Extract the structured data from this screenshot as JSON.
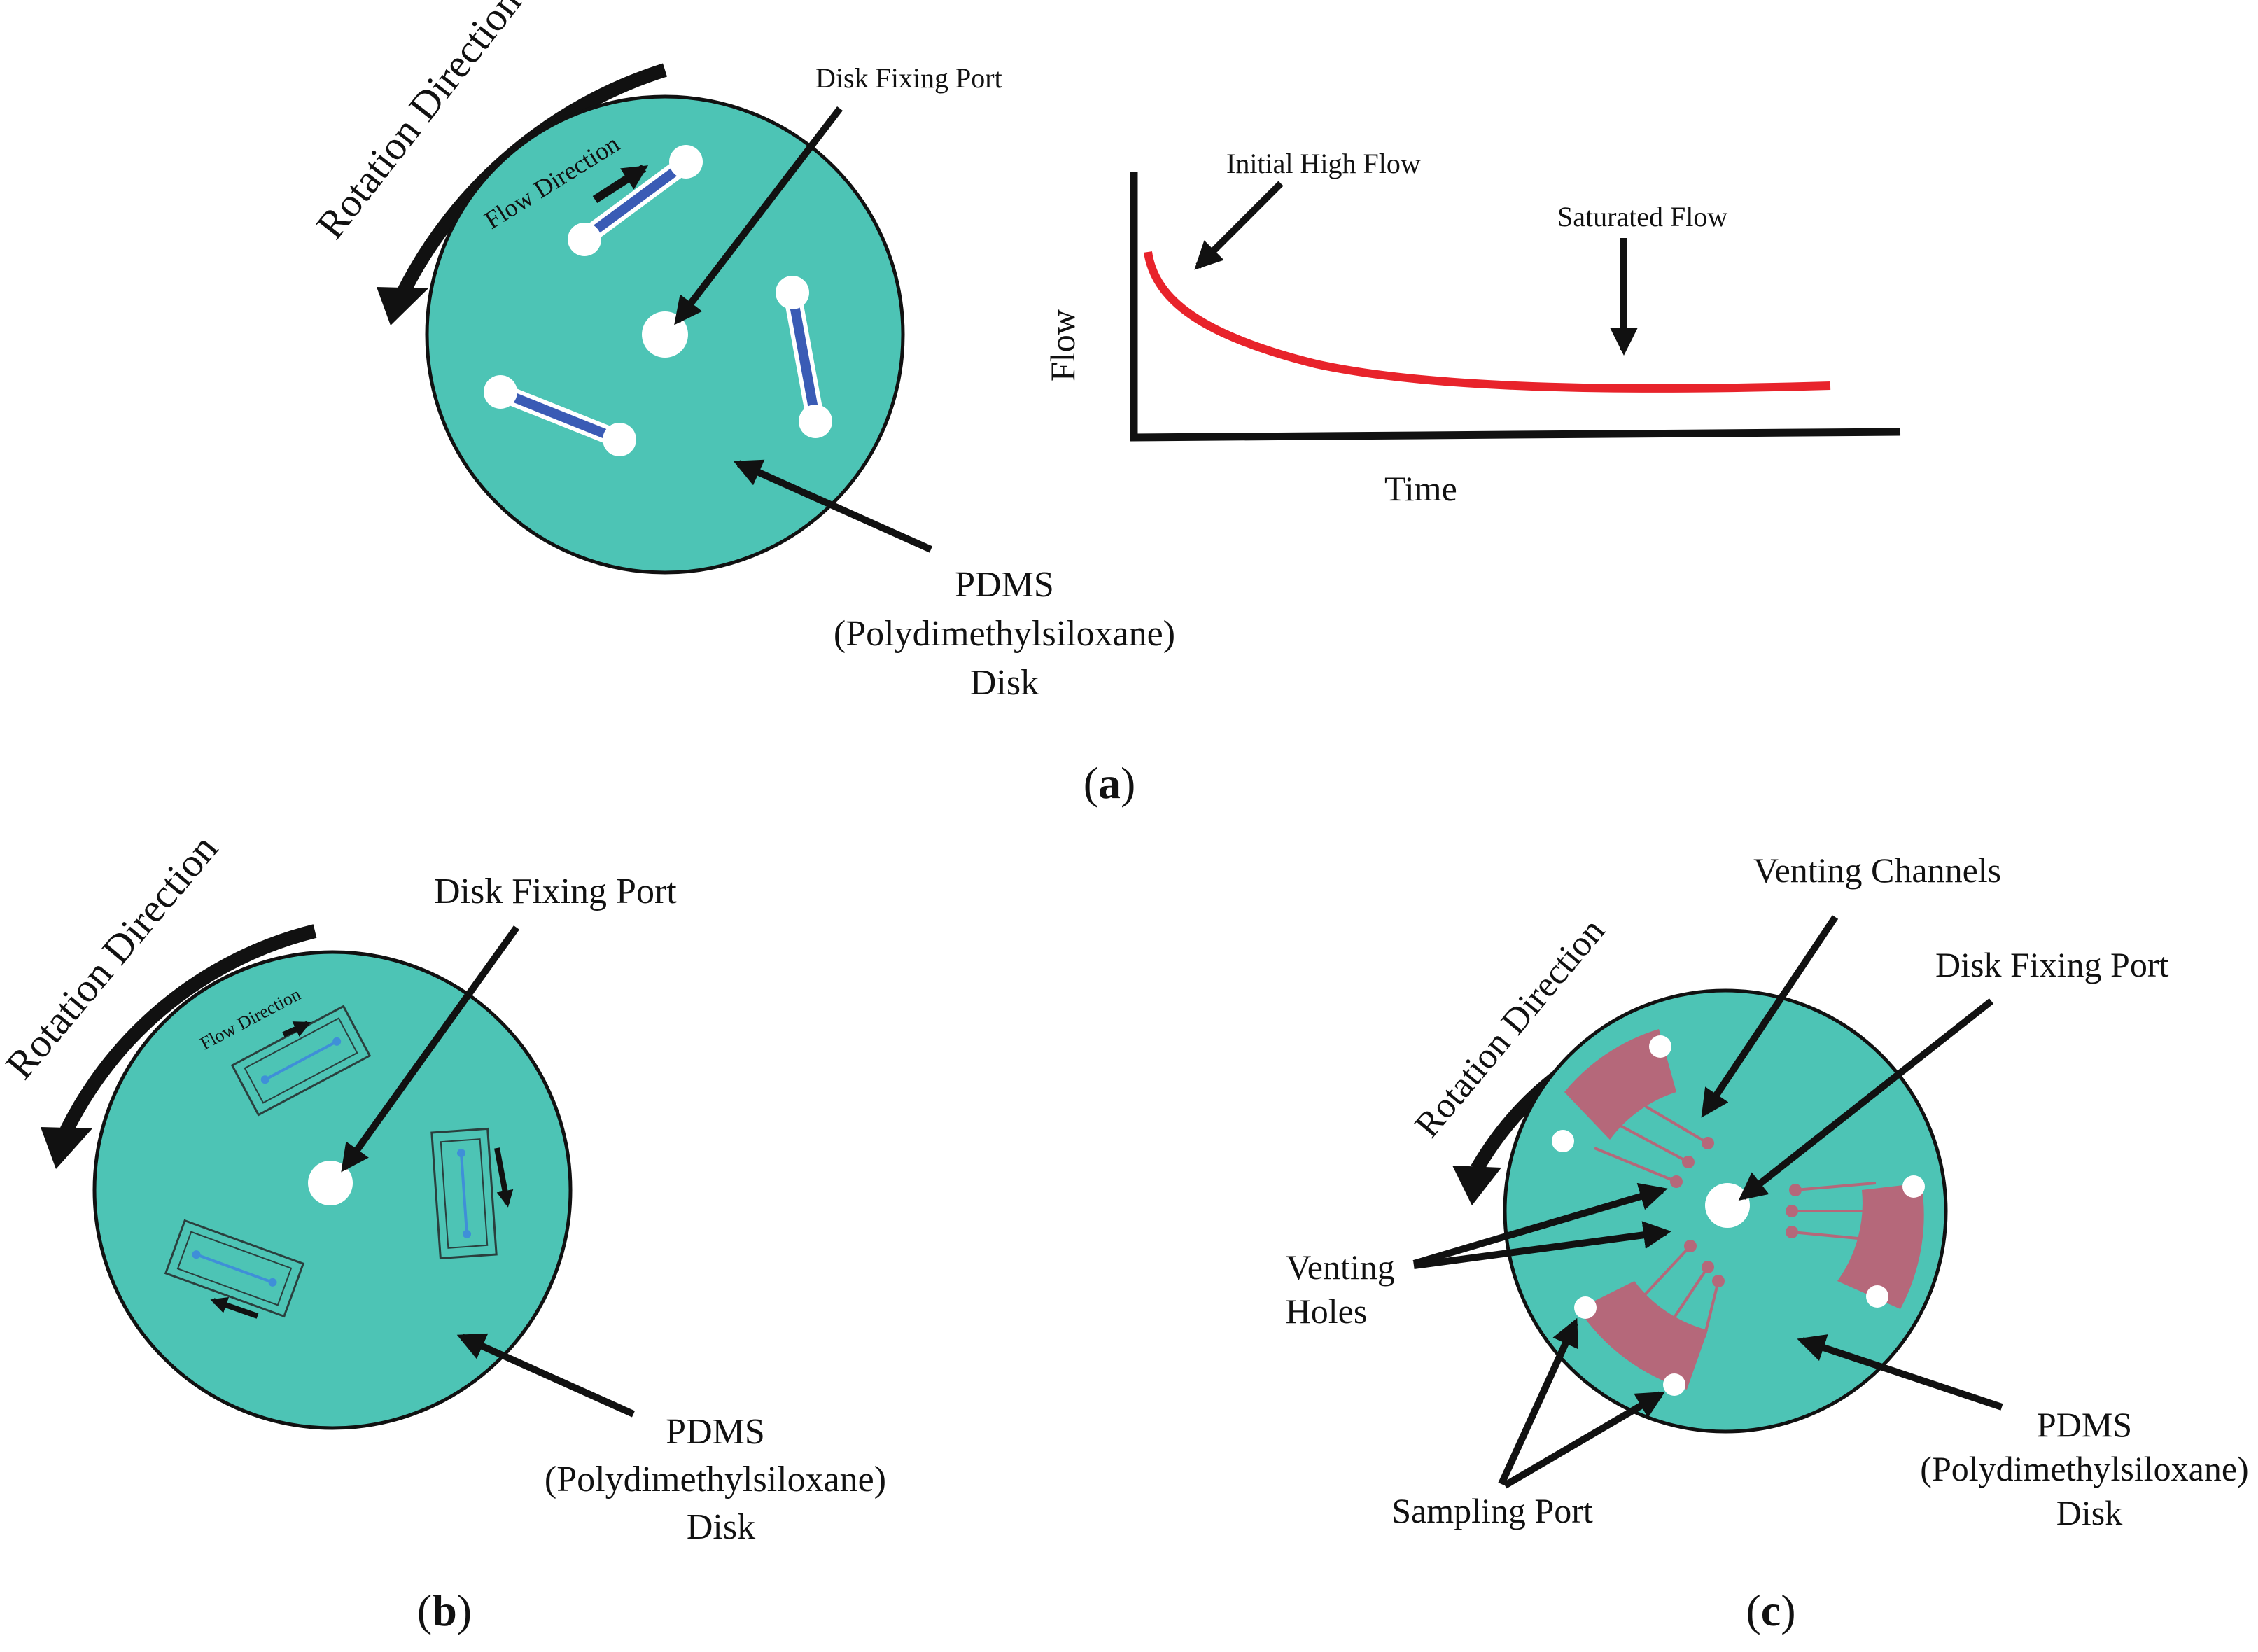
{
  "colors": {
    "disk_fill": "#4dc4b5",
    "channel_blue": "#3a5bb5",
    "channel_light_blue": "#3f8fd8",
    "chamber_pink": "#b5687a",
    "flow_curve_red": "#e8232b",
    "arrow_black": "#111111",
    "port_white": "#ffffff"
  },
  "panel_a": {
    "label_open": "(",
    "label_letter": "a",
    "label_close": ")",
    "rotation_direction": "Rotation Direction",
    "flow_direction": "Flow Direction",
    "disk_fixing_port": "Disk Fixing Port",
    "pdms_line1": "PDMS",
    "pdms_line2": "(Polydimethylsiloxane)",
    "pdms_line3": "Disk",
    "chart": {
      "ylabel": "Flow",
      "xlabel": "Time",
      "annotation_initial": "Initial High Flow",
      "annotation_saturated": "Saturated Flow"
    }
  },
  "panel_b": {
    "label_open": "(",
    "label_letter": "b",
    "label_close": ")",
    "rotation_direction": "Rotation Direction",
    "flow_direction": "Flow Direction",
    "disk_fixing_port": "Disk Fixing Port",
    "pdms_line1": "PDMS",
    "pdms_line2": "(Polydimethylsiloxane)",
    "pdms_line3": "Disk"
  },
  "panel_c": {
    "label_open": "(",
    "label_letter": "c",
    "label_close": ")",
    "rotation_direction": "Rotation Direction",
    "venting_channels": "Venting Channels",
    "disk_fixing_port": "Disk Fixing Port",
    "venting_holes_line1": "Venting",
    "venting_holes_line2": "Holes",
    "sampling_port": "Sampling Port",
    "pdms_line1": "PDMS",
    "pdms_line2": "(Polydimethylsiloxane)",
    "pdms_line3": "Disk"
  }
}
